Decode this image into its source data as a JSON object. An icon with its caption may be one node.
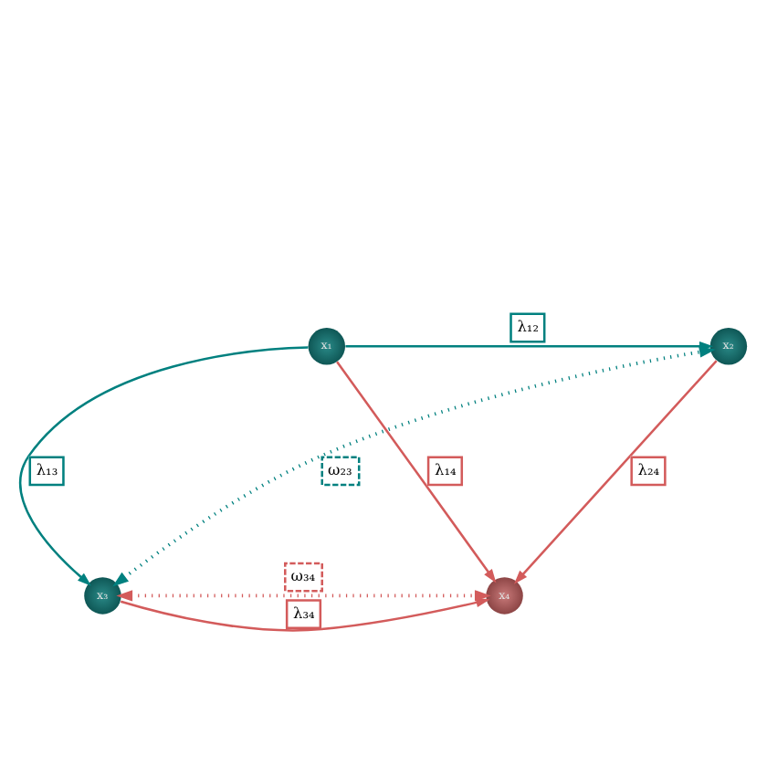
{
  "diagram": {
    "nodes": [
      {
        "text": [
          "x₁"
        ]
      },
      {
        "text": [
          "x₂"
        ]
      },
      {
        "text": [
          "x₃"
        ]
      },
      {
        "text": [
          "x₄"
        ]
      }
    ],
    "edges": [
      {
        "from": 0,
        "to": 1,
        "arrow": "to",
        "label": "λ₁₂",
        "color": "#00807f"
      },
      {
        "from": 0,
        "to": 3,
        "arrow": "to",
        "label": "λ₁₄",
        "color": "#d35b5b"
      },
      {
        "from": 0,
        "to": 2,
        "arrow": "to",
        "label": "λ₁₃",
        "color": "#00807f"
      },
      {
        "from": 1,
        "to": 3,
        "arrow": "to",
        "label": "λ₂₄",
        "color": "#d35b5b"
      },
      {
        "from": 2,
        "to": 1,
        "arrow": "both",
        "label": "ω₂₃",
        "style": "dashed",
        "color": "#00807f"
      },
      {
        "from": 2,
        "to": 3,
        "arrow": "to",
        "label": "λ₃₄",
        "color": "#d35b5b"
      },
      {
        "from": 2,
        "to": 3,
        "arrow": "both",
        "label": "ω₃₄",
        "style": "dashed",
        "color": "#d35b5b"
      }
    ]
  }
}
